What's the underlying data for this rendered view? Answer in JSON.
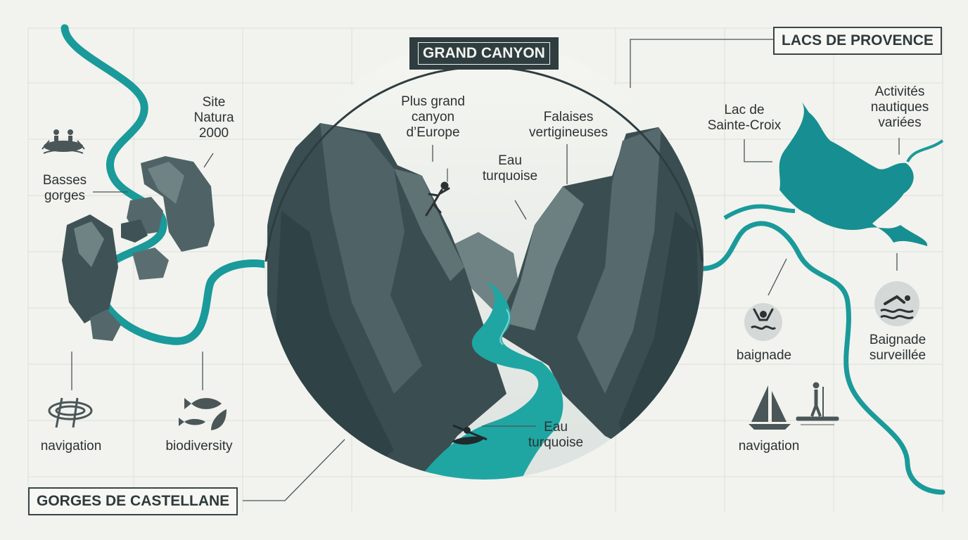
{
  "titles": {
    "center": "GRAND CANYON",
    "right": "LACS DE PROVENCE",
    "left": "GORGES DE CASTELLANE"
  },
  "labels": {
    "natura": "Site\nNatura\n2000",
    "basses": "Basses\ngorges",
    "plus_grand": "Plus grand\ncanyon\nd’Europe",
    "falaises": "Falaises\nvertigineuses",
    "eau1": "Eau\nturquoise",
    "eau2": "Eau\nturquoise",
    "lac": "Lac de\nSainte-Croix",
    "activites": "Activités\nnautiques\nvariées",
    "nav_left": "navigation",
    "biodiversity": "biodiversity",
    "baignade": "baignade",
    "baignade_surv": "Baignade\nsurveillée",
    "nav_right": "navigation"
  },
  "icons": {
    "raft": "raft-icon",
    "climber": "climber-icon",
    "kayak": "kayak-icon",
    "boat": "inflatable-boat-icon",
    "fish": "fish-leaf-icon",
    "swimmer": "swimmer-icon",
    "swim": "swim-icon",
    "sailboat": "sailboat-icon",
    "paddle": "paddleboard-icon"
  },
  "colors": {
    "river": "#1a9a9a",
    "lake": "#178e91",
    "rock_dark": "#34484b",
    "rock_mid": "#4f6366",
    "rock_light": "#6f8284",
    "ink": "#2c3233",
    "paper": "#f2f3ee"
  }
}
